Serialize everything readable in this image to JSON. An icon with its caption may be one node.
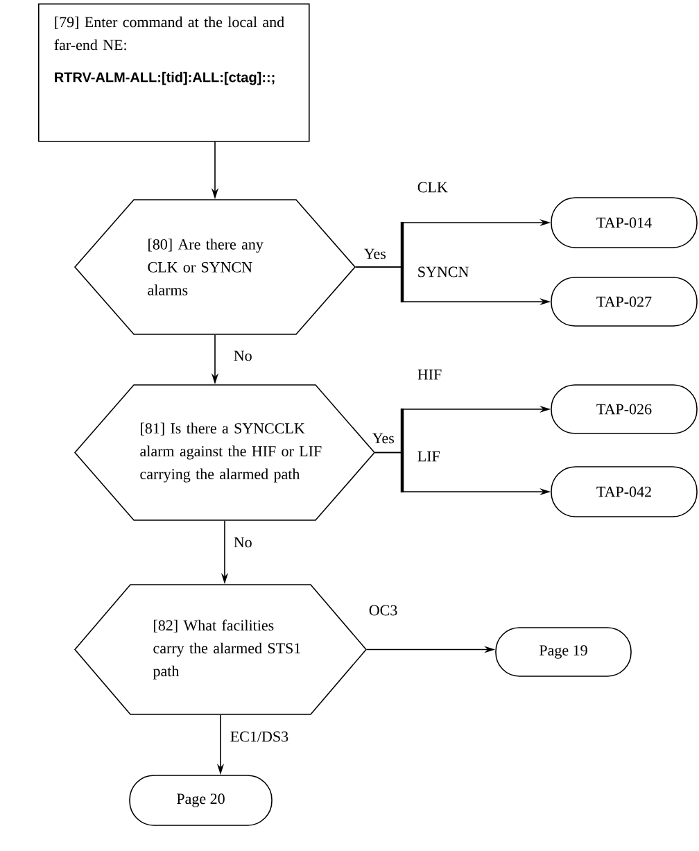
{
  "diagram": {
    "nodes": [
      {
        "text": [
          "[79] Enter command at the local and far-end NE:",
          "RTRV-ALM-ALL:[tid]:ALL:[ctag]::;"
        ]
      },
      {
        "text": [
          "[80] Are there any CLK or SYNCN alarms"
        ]
      },
      {
        "text": [
          "TAP-014"
        ]
      },
      {
        "text": [
          "TAP-027"
        ]
      },
      {
        "text": [
          "[81] Is there a SYNCCLK alarm against the HIF or LIF carrying the alarmed path"
        ]
      },
      {
        "text": [
          "TAP-026"
        ]
      },
      {
        "text": [
          "TAP-042"
        ]
      },
      {
        "text": [
          "[82] What facilities carry the alarmed STS1 path"
        ]
      },
      {
        "text": [
          "Page 19"
        ]
      },
      {
        "text": [
          "Page 20"
        ]
      }
    ],
    "edges": [
      {
        "from": 0,
        "to": 1,
        "arrow": "to"
      },
      {
        "from": 1,
        "to": 2,
        "arrow": "to",
        "label": "CLK"
      },
      {
        "from": 1,
        "to": 3,
        "arrow": "to",
        "label": "SYNCN"
      },
      {
        "from": 1,
        "to": 4,
        "arrow": "to",
        "label": "No"
      },
      {
        "from": 4,
        "to": 5,
        "arrow": "to",
        "label": "HIF"
      },
      {
        "from": 4,
        "to": 6,
        "arrow": "to",
        "label": "LIF"
      },
      {
        "from": 4,
        "to": 7,
        "arrow": "to",
        "label": "No"
      },
      {
        "from": 7,
        "to": 8,
        "arrow": "to",
        "label": "OC3"
      },
      {
        "from": 7,
        "to": 9,
        "arrow": "to",
        "label": "EC1/DS3"
      }
    ],
    "labels": [
      "Yes",
      "Yes"
    ]
  }
}
